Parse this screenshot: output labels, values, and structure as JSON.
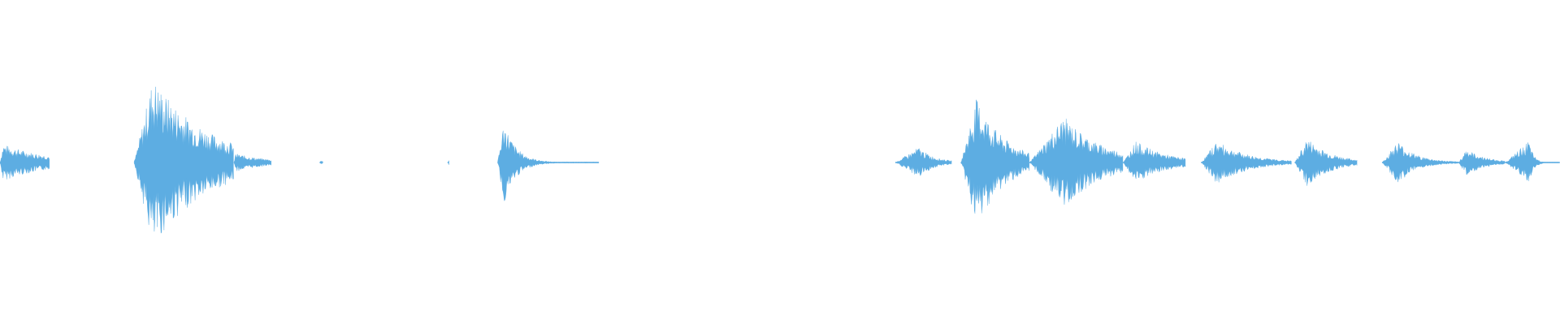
{
  "waveform": {
    "color": "#5dade2",
    "segments": [
      {
        "start": 0.0,
        "end": 0.032,
        "peak": 0.12,
        "attack": 0.002,
        "decay": 0.03
      },
      {
        "start": 0.086,
        "end": 0.15,
        "peak": 0.55,
        "attack": 0.012,
        "decay": 0.035
      },
      {
        "start": 0.15,
        "end": 0.174,
        "peak": 0.06,
        "attack": 0.001,
        "decay": 0.02
      },
      {
        "start": 0.205,
        "end": 0.207,
        "peak": 0.02,
        "attack": 0.001,
        "decay": 0.001
      },
      {
        "start": 0.287,
        "end": 0.288,
        "peak": 0.02,
        "attack": 0.001,
        "decay": 0.001
      },
      {
        "start": 0.319,
        "end": 0.384,
        "peak": 0.27,
        "attack": 0.004,
        "decay": 0.008
      },
      {
        "start": 0.574,
        "end": 0.61,
        "peak": 0.1,
        "attack": 0.015,
        "decay": 0.01
      },
      {
        "start": 0.616,
        "end": 0.66,
        "peak": 0.42,
        "attack": 0.01,
        "decay": 0.018
      },
      {
        "start": 0.66,
        "end": 0.72,
        "peak": 0.3,
        "attack": 0.022,
        "decay": 0.025
      },
      {
        "start": 0.72,
        "end": 0.76,
        "peak": 0.14,
        "attack": 0.008,
        "decay": 0.02
      },
      {
        "start": 0.77,
        "end": 0.828,
        "peak": 0.14,
        "attack": 0.01,
        "decay": 0.02
      },
      {
        "start": 0.83,
        "end": 0.87,
        "peak": 0.16,
        "attack": 0.008,
        "decay": 0.015
      },
      {
        "start": 0.886,
        "end": 0.935,
        "peak": 0.14,
        "attack": 0.01,
        "decay": 0.012
      },
      {
        "start": 0.935,
        "end": 0.965,
        "peak": 0.09,
        "attack": 0.005,
        "decay": 0.012
      },
      {
        "start": 0.965,
        "end": 1.0,
        "peak": 0.14,
        "attack": 0.015,
        "decay": 0.003
      }
    ]
  }
}
